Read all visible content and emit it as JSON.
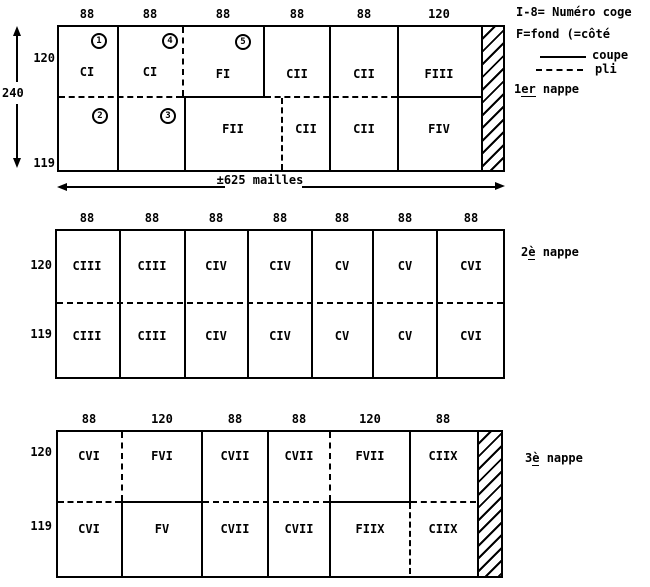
{
  "legend": {
    "line1": "I-8= Numéro coge",
    "line2": "F=fond (=côté",
    "coupe_label": "coupe",
    "pli_label": "pli"
  },
  "panels": {
    "p1": {
      "ordinal": "1",
      "ordinal_suffix": "er",
      "name": " nappe",
      "top_widths": [
        "88",
        "88",
        "88",
        "88",
        "88",
        "120"
      ],
      "row_heights": [
        "120",
        "119"
      ],
      "total_height": "240",
      "bottom_measure": "±625 mailles",
      "cells_top": [
        "CI",
        "CI",
        "FI",
        "CII",
        "CII",
        "FIII"
      ],
      "cells_bottom": [
        "FII",
        "CII",
        "CII",
        "FIV"
      ],
      "circles": [
        "1",
        "4",
        "5",
        "2",
        "3"
      ]
    },
    "p2": {
      "ordinal": "2",
      "ordinal_suffix": "è",
      "name": " nappe",
      "top_widths": [
        "88",
        "88",
        "88",
        "88",
        "88",
        "88",
        "88"
      ],
      "row_heights": [
        "120",
        "119"
      ],
      "cells_top": [
        "CIII",
        "CIII",
        "CIV",
        "CIV",
        "CV",
        "CV",
        "CVI"
      ],
      "cells_bottom": [
        "CIII",
        "CIII",
        "CIV",
        "CIV",
        "CV",
        "CV",
        "CVI"
      ]
    },
    "p3": {
      "ordinal": "3",
      "ordinal_suffix": "è",
      "name": " nappe",
      "top_widths": [
        "88",
        "120",
        "88",
        "88",
        "120",
        "88"
      ],
      "row_heights": [
        "120",
        "119"
      ],
      "cells_top": [
        "CVI",
        "FVI",
        "CVII",
        "CVII",
        "FVII",
        "CIIX"
      ],
      "cells_bottom": [
        "CVI",
        "FV",
        "CVII",
        "CVII",
        "FIIX",
        "CIIX"
      ]
    }
  }
}
